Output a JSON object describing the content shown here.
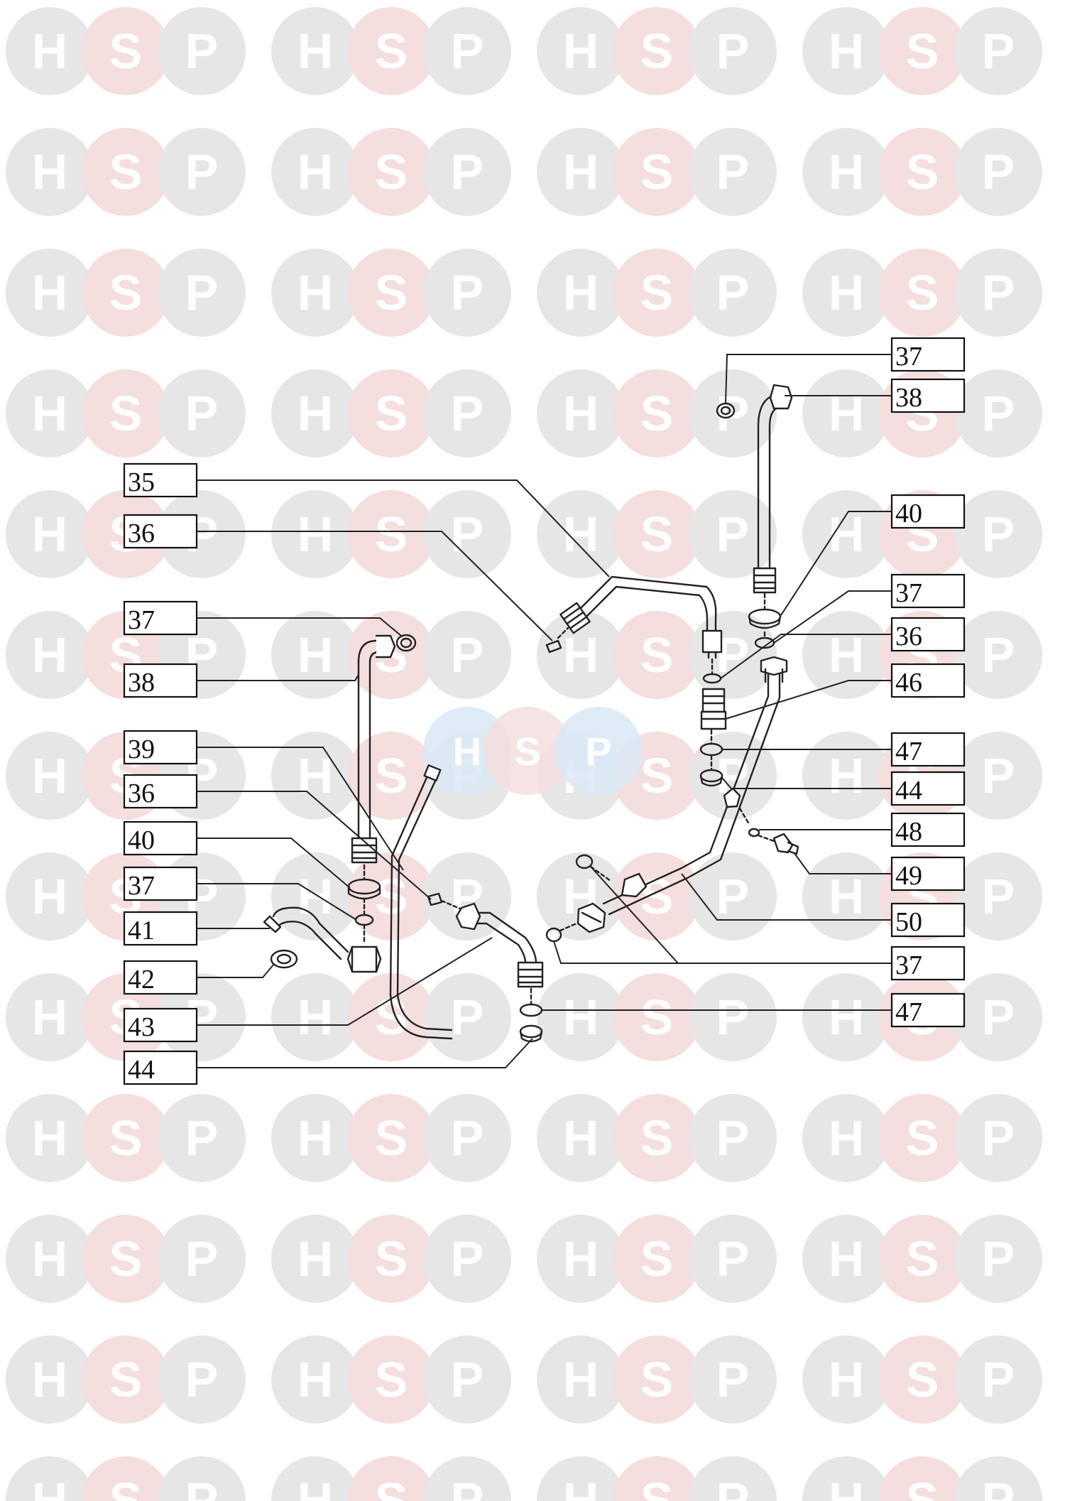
{
  "watermark": {
    "letters": [
      "H",
      "S",
      "P"
    ]
  },
  "colors": {
    "watermark_grey": "#e6e6e6",
    "watermark_pink": "#f4dede",
    "center_blue": "#d9e9f6",
    "line": "#222222"
  },
  "labels": [
    {
      "id": "35",
      "text": "35"
    },
    {
      "id": "36a",
      "text": "36"
    },
    {
      "id": "37a",
      "text": "37"
    },
    {
      "id": "38a",
      "text": "38"
    },
    {
      "id": "39",
      "text": "39"
    },
    {
      "id": "36b",
      "text": "36"
    },
    {
      "id": "40a",
      "text": "40"
    },
    {
      "id": "37b",
      "text": "37"
    },
    {
      "id": "41",
      "text": "41"
    },
    {
      "id": "42",
      "text": "42"
    },
    {
      "id": "43",
      "text": "43"
    },
    {
      "id": "44a",
      "text": "44"
    },
    {
      "id": "37c",
      "text": "37"
    },
    {
      "id": "38b",
      "text": "38"
    },
    {
      "id": "40b",
      "text": "40"
    },
    {
      "id": "37d",
      "text": "37"
    },
    {
      "id": "36c",
      "text": "36"
    },
    {
      "id": "46",
      "text": "46"
    },
    {
      "id": "47a",
      "text": "47"
    },
    {
      "id": "44b",
      "text": "44"
    },
    {
      "id": "48",
      "text": "48"
    },
    {
      "id": "49",
      "text": "49"
    },
    {
      "id": "50",
      "text": "50"
    },
    {
      "id": "37e",
      "text": "37"
    },
    {
      "id": "47b",
      "text": "47"
    }
  ]
}
